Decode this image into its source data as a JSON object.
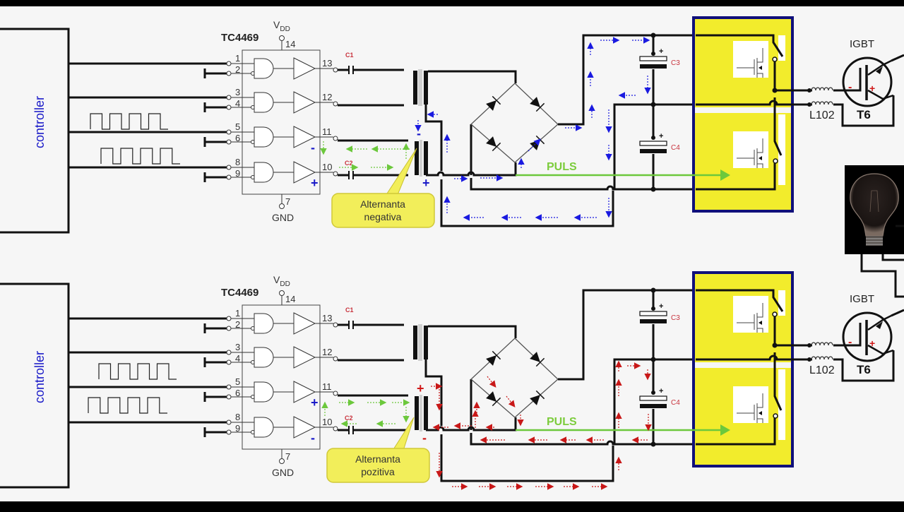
{
  "diagram": {
    "title": "TC4469 gate driver with bridge rectifier and IGBT T6 - current flow animation",
    "panels": [
      {
        "id": "top",
        "controller_label": "controller",
        "chip": {
          "name": "TC4469",
          "vdd_label": "V",
          "vdd_sub": "DD",
          "vdd_pin": "14",
          "gnd_label": "GND",
          "gnd_pin": "7",
          "input_pins": [
            "1",
            "2",
            "3",
            "4",
            "5",
            "6",
            "8",
            "9"
          ],
          "output_pins": [
            "13",
            "12",
            "11",
            "10"
          ],
          "output_11_sign": "-",
          "output_10_sign": "+"
        },
        "capacitors": {
          "c1": "C1",
          "c2": "C2",
          "c3": "C3",
          "c4": "C4",
          "plus": "+"
        },
        "transformer_signs": {
          "upper": "-",
          "lower": "+"
        },
        "callout": {
          "line1": "Alternanta",
          "line2": "negativa"
        },
        "puls_label": "PULS",
        "igbt": {
          "label": "IGBT",
          "name": "T6",
          "inductor": "L102",
          "minus": "-",
          "plus": "+"
        },
        "flow_color": "#1a1ae0",
        "drive_flow_color": "#6cc83c"
      },
      {
        "id": "bottom",
        "controller_label": "controller",
        "chip": {
          "name": "TC4469",
          "vdd_label": "V",
          "vdd_sub": "DD",
          "vdd_pin": "14",
          "gnd_label": "GND",
          "gnd_pin": "7",
          "input_pins": [
            "1",
            "2",
            "3",
            "4",
            "5",
            "6",
            "8",
            "9"
          ],
          "output_pins": [
            "13",
            "12",
            "11",
            "10"
          ],
          "output_11_sign": "+",
          "output_10_sign": "-"
        },
        "capacitors": {
          "c1": "C1",
          "c2": "C2",
          "c3": "C3",
          "c4": "C4",
          "plus": "+"
        },
        "transformer_signs": {
          "upper": "+",
          "lower": "-"
        },
        "callout": {
          "line1": "Alternanta",
          "line2": "pozitiva"
        },
        "puls_label": "PULS",
        "igbt": {
          "label": "IGBT",
          "name": "T6",
          "inductor": "L102",
          "minus": "-",
          "plus": "+"
        },
        "flow_color": "#c81818",
        "drive_flow_color": "#6cc83c"
      }
    ],
    "colors": {
      "background": "#f6f6f6",
      "module_fill": "#f2ec2c",
      "module_border": "#10107a",
      "callout_fill": "#f2ee5a",
      "pulse_wave": "#e06070",
      "wire": "#111111"
    }
  }
}
